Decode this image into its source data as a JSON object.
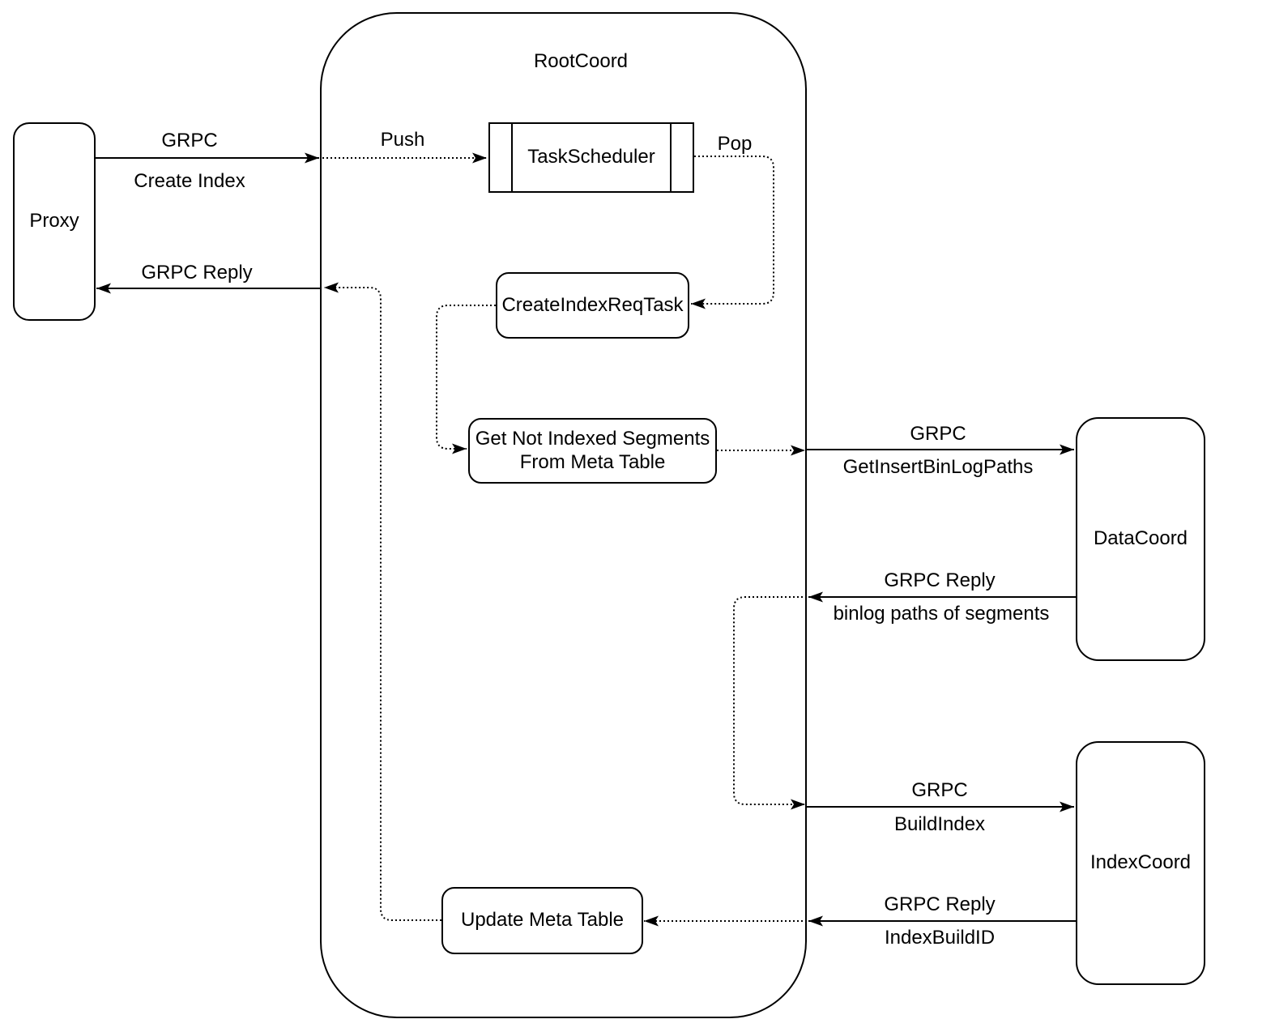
{
  "colors": {
    "stroke": "#000000",
    "background": "#ffffff",
    "text": "#000000"
  },
  "nodes": {
    "rootcoord": {
      "label": "RootCoord"
    },
    "proxy": {
      "label": "Proxy"
    },
    "task_scheduler": {
      "label": "TaskScheduler"
    },
    "create_index_req_task": {
      "label": "CreateIndexReqTask"
    },
    "get_not_indexed_segments": {
      "label_line1": "Get Not Indexed Segments",
      "label_line2": "From Meta Table"
    },
    "update_meta_table": {
      "label": "Update Meta Table"
    },
    "datacoord": {
      "label": "DataCoord"
    },
    "indexcoord": {
      "label": "IndexCoord"
    }
  },
  "edges": {
    "proxy_to_rootcoord": {
      "line1": "GRPC",
      "line2": "Create Index"
    },
    "rootcoord_to_proxy": {
      "line1": "GRPC Reply"
    },
    "push": {
      "label": "Push"
    },
    "pop": {
      "label": "Pop"
    },
    "rootcoord_to_datacoord": {
      "line1": "GRPC",
      "line2": "GetInsertBinLogPaths"
    },
    "datacoord_to_rootcoord": {
      "line1": "GRPC Reply",
      "line2": "binlog paths of segments"
    },
    "rootcoord_to_indexcoord": {
      "line1": "GRPC",
      "line2": "BuildIndex"
    },
    "indexcoord_to_rootcoord": {
      "line1": "GRPC Reply",
      "line2": "IndexBuildID"
    }
  }
}
